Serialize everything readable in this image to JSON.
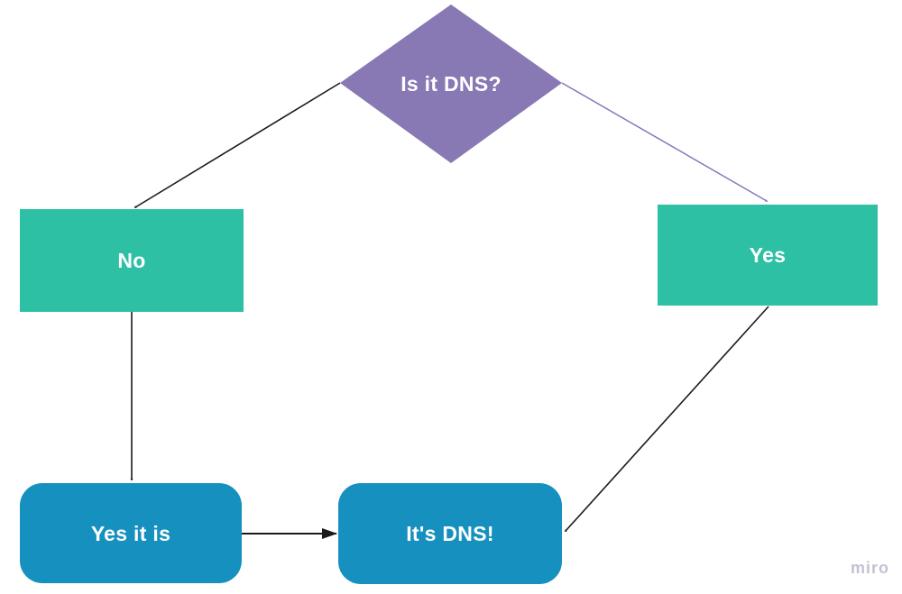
{
  "diagram": {
    "watermark": "miro",
    "colors": {
      "decision_fill": "#8878B4",
      "process_fill": "#2EC0A4",
      "terminal_fill": "#1690BE",
      "node_text": "#FFFFFF",
      "arrow_black": "#1A1A1A",
      "arrow_purple": "#8678BC",
      "watermark_text": "#C2C2D2",
      "background": "#FFFFFF"
    },
    "nodes": {
      "decision": {
        "label": "Is it DNS?",
        "type": "decision"
      },
      "no": {
        "label": "No",
        "type": "process"
      },
      "yes": {
        "label": "Yes",
        "type": "process"
      },
      "yes_it_is": {
        "label": "Yes it is",
        "type": "terminal"
      },
      "its_dns": {
        "label": "It's DNS!",
        "type": "terminal"
      }
    },
    "edges": [
      {
        "from": "decision",
        "to": "no",
        "color": "black",
        "head": "open"
      },
      {
        "from": "decision",
        "to": "yes",
        "color": "purple",
        "head": "open"
      },
      {
        "from": "no",
        "to": "yes_it_is",
        "color": "black",
        "head": "open"
      },
      {
        "from": "yes",
        "to": "its_dns",
        "color": "black",
        "head": "open"
      },
      {
        "from": "yes_it_is",
        "to": "its_dns",
        "color": "black",
        "head": "filled"
      }
    ]
  }
}
